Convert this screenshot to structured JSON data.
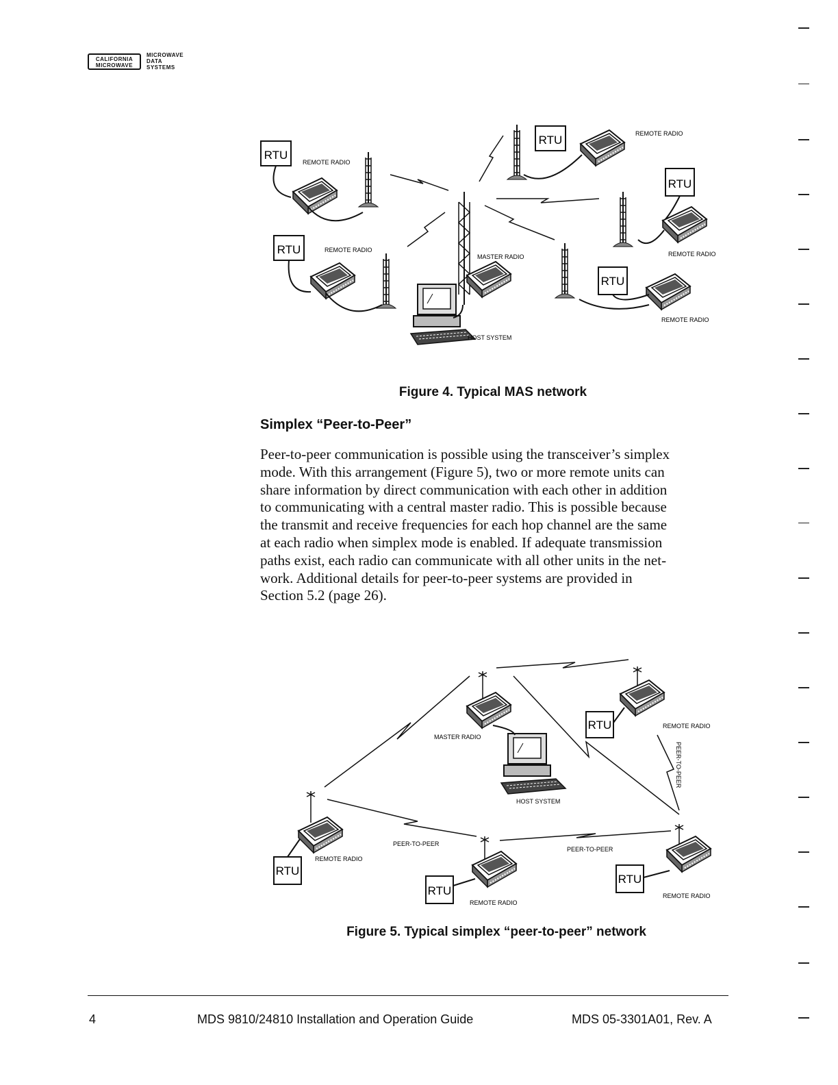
{
  "logo": {
    "box_line1": "CALIFORNIA",
    "box_line2": "MICROWAVE",
    "side_line1": "MICROWAVE",
    "side_line2": "DATA",
    "side_line3": "SYSTEMS"
  },
  "figure4": {
    "caption": "Figure 4. Typical MAS network",
    "rtu_label": "RTU",
    "remote_radio_label": "REMOTE RADIO",
    "master_radio_label": "MASTER RADIO",
    "host_system_label": "HOST SYSTEM"
  },
  "section": {
    "heading": "Simplex “Peer-to-Peer”",
    "paragraph": "Peer-to-peer communication is possible using the transceiver’s simplex\nmode. With this arrangement (Figure 5), two or more remote units can\nshare information by direct communication with each other in addition\nto communicating with a central master radio. This is possible because\nthe transmit and receive frequencies for each hop channel are the same\nat each radio when simplex mode is enabled. If adequate transmission\npaths exist, each radio can communicate with all other units in the net-\nwork. Additional details for peer-to-peer systems are provided in\nSection 5.2 (page 26)."
  },
  "figure5": {
    "caption": "Figure 5. Typical simplex “peer-to-peer” network",
    "rtu_label": "RTU",
    "remote_radio_label": "REMOTE RADIO",
    "master_radio_label": "MASTER RADIO",
    "host_system_label": "HOST SYSTEM",
    "peer_label": "PEER-TO-PEER"
  },
  "footer": {
    "page_number": "4",
    "title": "MDS 9810/24810 Installation and Operation Guide",
    "doc_id": "MDS 05-3301A01, Rev. A"
  }
}
